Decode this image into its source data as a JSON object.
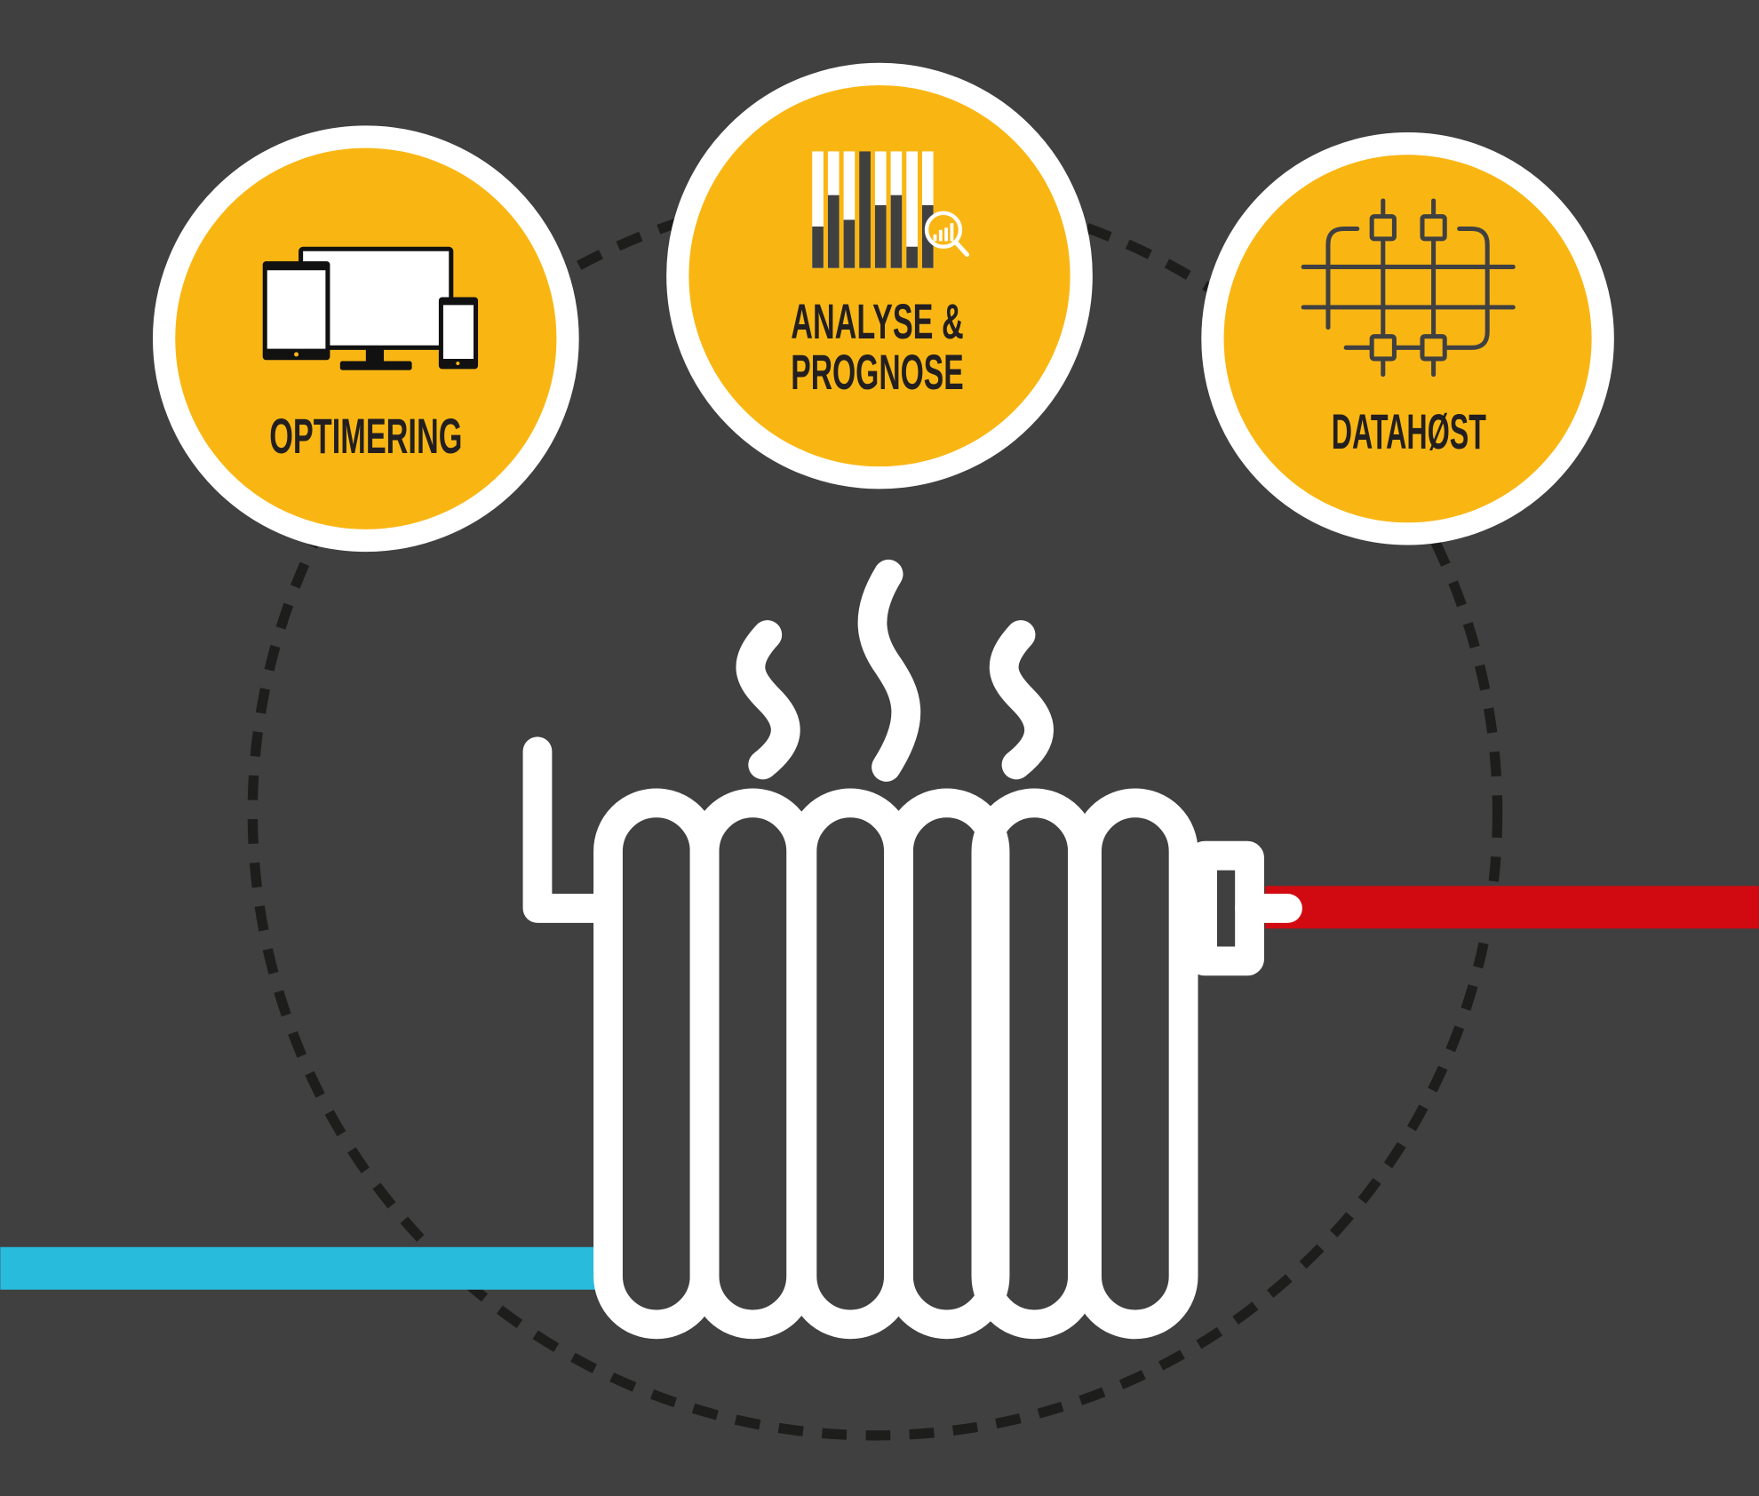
{
  "nodes": {
    "optimering": {
      "label": "OPTIMERING",
      "icon": "devices-icon"
    },
    "analyse": {
      "label_line1": "ANALYSE &",
      "label_line2": "PROGNOSE",
      "icon": "bar-chart-magnifier-icon"
    },
    "datahost": {
      "label": "DATAHØST",
      "icon": "circuit-grid-icon"
    }
  },
  "colors": {
    "background": "#404041",
    "node_fill": "#f9b613",
    "ring": "#ffffff",
    "hot_pipe": "#d10a11",
    "cold_pipe": "#29bbdc",
    "dashed_cycle": "#1d1d1b"
  }
}
